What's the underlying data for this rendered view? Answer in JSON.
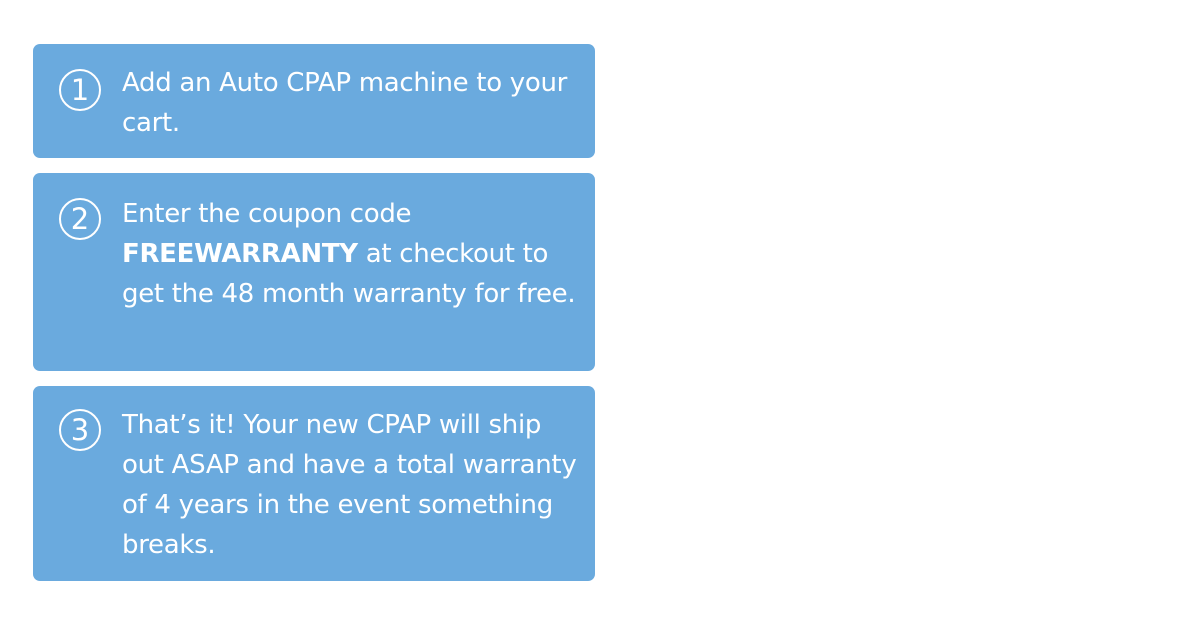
{
  "steps": [
    {
      "number": "1",
      "text": "Add an Auto CPAP machine to your cart."
    },
    {
      "number": "2",
      "text_before": "Enter the coupon code ",
      "coupon_code": "FREEWARRANTY",
      "text_after": " at checkout to get the 48 month warranty for free."
    },
    {
      "number": "3",
      "text": "That’s it! Your new CPAP will ship out ASAP and have a total warranty of 4 years in the event something breaks."
    }
  ],
  "colors": {
    "card_background": "#6aaade",
    "text": "#ffffff",
    "page_background": "#ffffff"
  }
}
